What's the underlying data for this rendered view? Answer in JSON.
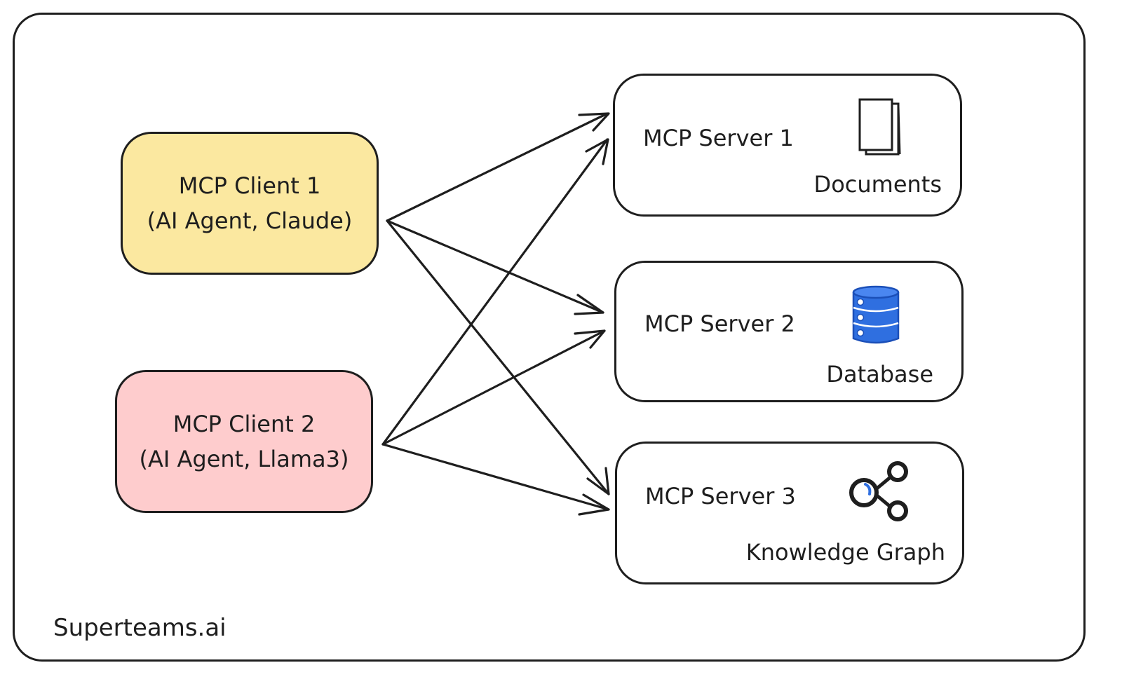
{
  "colors": {
    "client_1_fill": "#fbe8a0",
    "client_2_fill": "#fecccd",
    "stroke": "#1e1e1e",
    "database_blue": "#2f6fe0"
  },
  "clients": [
    {
      "title": "MCP Client 1",
      "subtitle": "(AI Agent, Claude)"
    },
    {
      "title": "MCP Client 2",
      "subtitle": "(AI Agent, Llama3)"
    }
  ],
  "servers": [
    {
      "title": "MCP Server 1",
      "resource": "Documents",
      "icon": "documents-icon"
    },
    {
      "title": "MCP Server 2",
      "resource": "Database",
      "icon": "database-icon"
    },
    {
      "title": "MCP Server 3",
      "resource": "Knowledge Graph",
      "icon": "knowledge-graph-icon"
    }
  ],
  "connections": [
    {
      "from": "MCP Client 1",
      "to": "MCP Server 1"
    },
    {
      "from": "MCP Client 1",
      "to": "MCP Server 2"
    },
    {
      "from": "MCP Client 1",
      "to": "MCP Server 3"
    },
    {
      "from": "MCP Client 2",
      "to": "MCP Server 1"
    },
    {
      "from": "MCP Client 2",
      "to": "MCP Server 2"
    },
    {
      "from": "MCP Client 2",
      "to": "MCP Server 3"
    }
  ],
  "brand": "Superteams.ai"
}
